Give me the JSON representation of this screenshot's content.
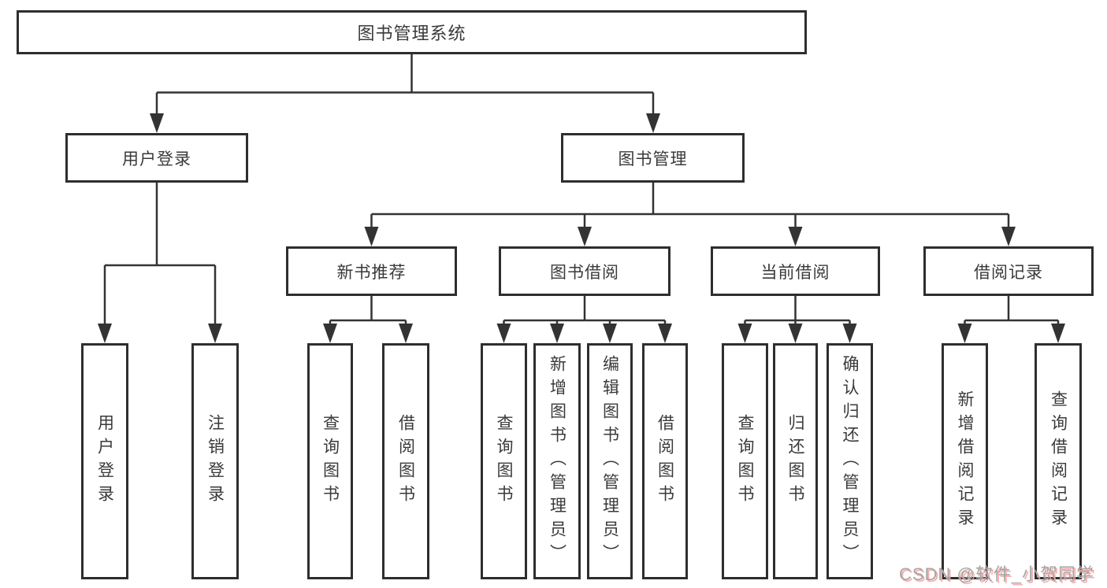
{
  "diagram": {
    "root": {
      "label": "图书管理系统"
    },
    "branches": [
      {
        "label": "用户登录",
        "children": [
          {
            "label": "用户登录"
          },
          {
            "label": "注销登录"
          }
        ]
      },
      {
        "label": "图书管理",
        "children": [
          {
            "label": "新书推荐",
            "children": [
              {
                "label": "查询图书"
              },
              {
                "label": "借阅图书"
              }
            ]
          },
          {
            "label": "图书借阅",
            "children": [
              {
                "label": "查询图书"
              },
              {
                "label": "新增图书（管理员）"
              },
              {
                "label": "编辑图书（管理员）"
              },
              {
                "label": "借阅图书"
              }
            ]
          },
          {
            "label": "当前借阅",
            "children": [
              {
                "label": "查询图书"
              },
              {
                "label": "归还图书"
              },
              {
                "label": "确认归还（管理员）"
              }
            ]
          },
          {
            "label": "借阅记录",
            "children": [
              {
                "label": "新增借阅记录"
              },
              {
                "label": "查询借阅记录"
              }
            ]
          }
        ]
      }
    ],
    "line_color": "#333333",
    "box_border_color": "#2e2e2e",
    "background": "#ffffff"
  },
  "watermark": {
    "text": "CSDN @软件_小贺同学"
  }
}
